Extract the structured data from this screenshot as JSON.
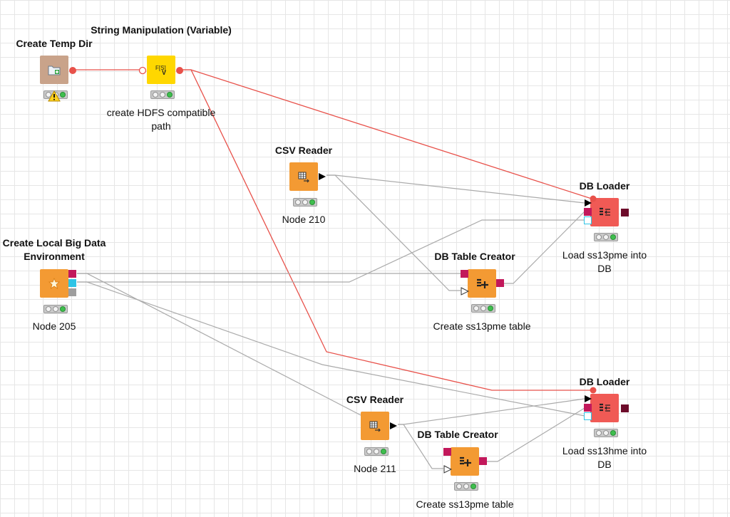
{
  "colors": {
    "source": "#c9a38a",
    "variable": "#ffd700",
    "reader": "#f39a33",
    "loader": "#f05a55",
    "flow_var_edge": "#e8514a",
    "data_edge": "#aaaaaa"
  },
  "nodes": {
    "create_temp_dir": {
      "title": "Create Temp Dir",
      "caption": "",
      "icon": "folder-plus-icon",
      "status": "warning"
    },
    "string_manipulation": {
      "title": "String Manipulation (Variable)",
      "caption": "create HDFS compatible path",
      "icon": "string-formula-icon"
    },
    "csv_reader_1": {
      "title": "CSV Reader",
      "caption": "Node 210",
      "icon": "table-arrow-icon"
    },
    "create_local_big_data": {
      "title": "Create Local Big Data Environment",
      "caption": "Node 205",
      "icon": "star-icon"
    },
    "db_table_creator_1": {
      "title": "DB Table Creator",
      "caption": "Create ss13pme table",
      "icon": "db-plus-icon"
    },
    "db_loader_1": {
      "title": "DB Loader",
      "caption": "Load ss13pme into DB",
      "icon": "db-load-icon"
    },
    "csv_reader_2": {
      "title": "CSV Reader",
      "caption": "Node 211",
      "icon": "table-arrow-icon"
    },
    "db_table_creator_2": {
      "title": "DB Table Creator",
      "caption": "Create ss13pme table",
      "icon": "db-plus-icon"
    },
    "db_loader_2": {
      "title": "DB Loader",
      "caption": "Load ss13hme into DB",
      "icon": "db-load-icon"
    }
  }
}
